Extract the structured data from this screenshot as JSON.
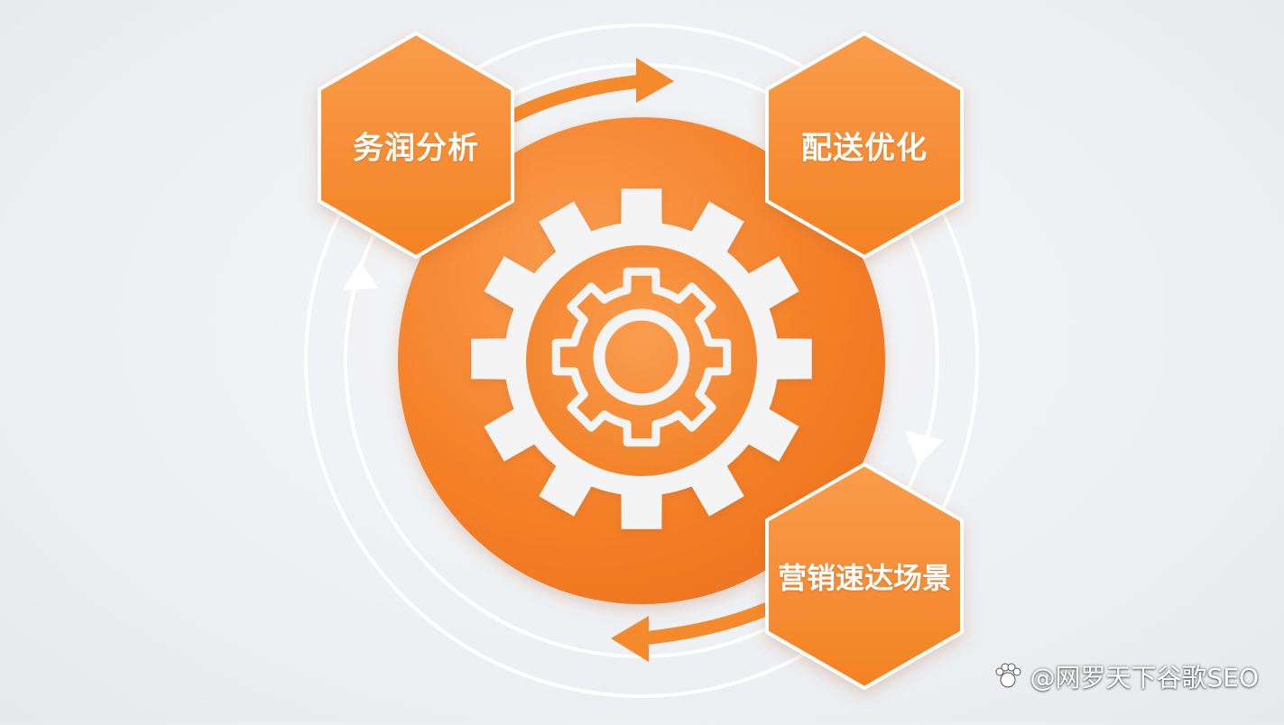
{
  "diagram": {
    "nodes": [
      {
        "id": "analysis",
        "label": "务润分析"
      },
      {
        "id": "delivery",
        "label": "配送优化"
      },
      {
        "id": "marketing",
        "label": "营销速达场景"
      }
    ],
    "center": {
      "icon": "gear-icon"
    },
    "colors": {
      "accent": "#f58a2c",
      "accent_dark": "#f07a1c",
      "accent_light": "#f9a35a",
      "ring": "#ffffff",
      "background": "#eef0f3"
    }
  },
  "watermark": {
    "icon": "paw-icon",
    "text": "@网罗天下谷歌SEO"
  }
}
